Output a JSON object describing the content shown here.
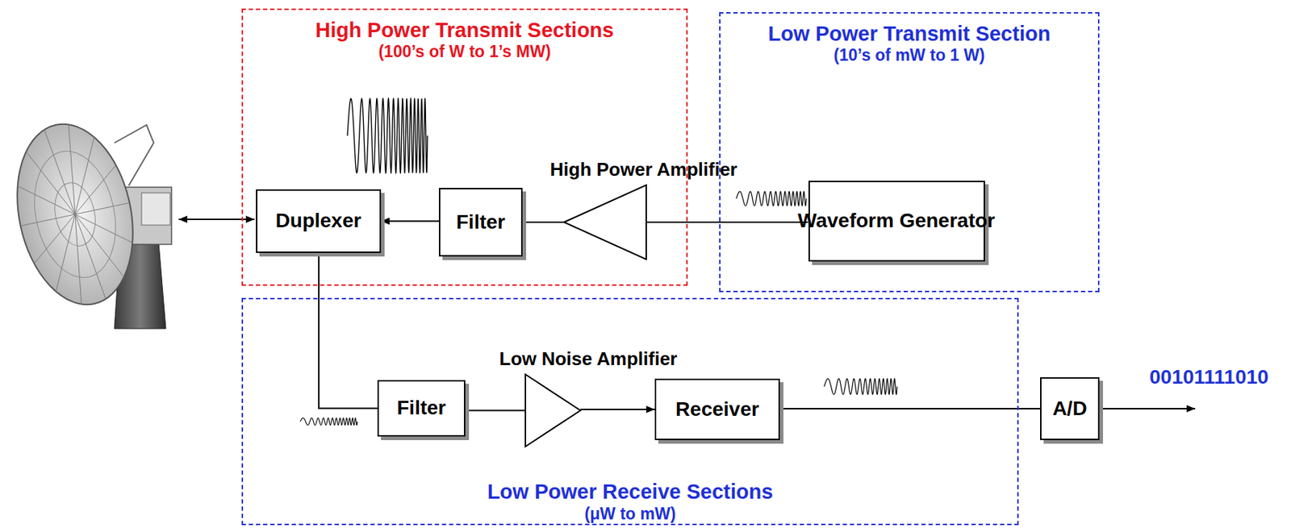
{
  "diagram": {
    "nodes": [
      {
        "text": [
          "High Power Transmit Sections",
          "(100’s of W to 1’s MW)"
        ]
      },
      {
        "text": [
          "Duplexer"
        ],
        "in": 0
      },
      {
        "text": [
          "Filter"
        ],
        "in": 0
      },
      {
        "text": [
          "High Power Amplifier"
        ],
        "in": 0
      },
      {
        "text": [
          "Low Power Transmit Section",
          "(10’s of mW to 1 W)"
        ]
      },
      {
        "text": [
          "Waveform Generator"
        ],
        "in": 4
      },
      {
        "text": [
          "Low Power Receive Sections",
          "(μW to mW)"
        ]
      },
      {
        "text": [
          "Filter"
        ],
        "in": 6
      },
      {
        "text": [
          "Low Noise Amplifier"
        ],
        "in": 6
      },
      {
        "text": [
          "Receiver"
        ],
        "in": 6
      },
      {
        "text": [
          "A/D"
        ]
      }
    ],
    "edges": [
      {
        "from": 5,
        "to": 3,
        "arrow": "none"
      },
      {
        "from": 3,
        "to": 2,
        "arrow": "none"
      },
      {
        "from": 2,
        "to": 1,
        "arrow": "to"
      },
      {
        "from": 1,
        "to": 7,
        "arrow": "none"
      },
      {
        "from": 7,
        "to": 8,
        "arrow": "none"
      },
      {
        "from": 8,
        "to": 9,
        "arrow": "to"
      },
      {
        "from": 9,
        "to": 10,
        "arrow": "none"
      }
    ],
    "labels": [
      "00101111010"
    ]
  }
}
